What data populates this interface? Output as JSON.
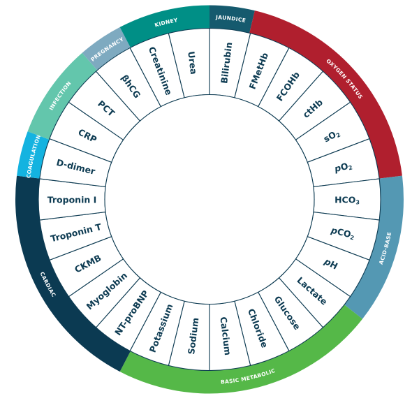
{
  "wheel": {
    "segments": [
      {
        "italic": "",
        "main": "Bilirubin",
        "sub": ""
      },
      {
        "italic": "",
        "main": "FMetHb",
        "sub": ""
      },
      {
        "italic": "",
        "main": "FCOHb",
        "sub": ""
      },
      {
        "italic": "",
        "main": "ctHb",
        "sub": ""
      },
      {
        "italic": "",
        "main": "sO",
        "sub": "2"
      },
      {
        "italic": "p",
        "main": "O",
        "sub": "2"
      },
      {
        "italic": "",
        "main": "HCO",
        "sub": "3"
      },
      {
        "italic": "p",
        "main": "CO",
        "sub": "2"
      },
      {
        "italic": "p",
        "main": "H",
        "sub": ""
      },
      {
        "italic": "",
        "main": "Lactate",
        "sub": ""
      },
      {
        "italic": "",
        "main": "Glucose",
        "sub": ""
      },
      {
        "italic": "",
        "main": "Chloride",
        "sub": ""
      },
      {
        "italic": "",
        "main": "Calcium",
        "sub": ""
      },
      {
        "italic": "",
        "main": "Sodium",
        "sub": ""
      },
      {
        "italic": "",
        "main": "Potassium",
        "sub": ""
      },
      {
        "italic": "",
        "main": "NT-proBNP",
        "sub": ""
      },
      {
        "italic": "",
        "main": "Myoglobin",
        "sub": ""
      },
      {
        "italic": "",
        "main": "CKMB",
        "sub": ""
      },
      {
        "italic": "",
        "main": "Troponin T",
        "sub": ""
      },
      {
        "italic": "",
        "main": "Troponin I",
        "sub": ""
      },
      {
        "italic": "",
        "main": "D-dimer",
        "sub": ""
      },
      {
        "italic": "",
        "main": "CRP",
        "sub": ""
      },
      {
        "italic": "",
        "main": "PCT",
        "sub": ""
      },
      {
        "italic": "",
        "main": "βhCG",
        "sub": ""
      },
      {
        "italic": "",
        "main": "Creatinine",
        "sub": ""
      },
      {
        "italic": "",
        "main": "Urea",
        "sub": ""
      }
    ],
    "categories": [
      {
        "label": "JAUNDICE",
        "color": "#155a6e",
        "start_deg": 0,
        "end_deg": 13.5
      },
      {
        "label": "OXYGEN STATUS",
        "color": "#b01f2e",
        "start_deg": 13.5,
        "end_deg": 83
      },
      {
        "label": "ACID-BASE",
        "color": "#5498b3",
        "start_deg": 83,
        "end_deg": 128
      },
      {
        "label": "BASIC METABOLIC",
        "color": "#55b848",
        "start_deg": 128,
        "end_deg": 207.5
      },
      {
        "label": "CARDIAC",
        "color": "#0b3a52",
        "start_deg": 207.5,
        "end_deg": 277
      },
      {
        "label": "COAGULATION",
        "color": "#14b3e0",
        "start_deg": 277,
        "end_deg": 290.5
      },
      {
        "label": "INFECTION",
        "color": "#63c6ac",
        "start_deg": 290.5,
        "end_deg": 319
      },
      {
        "label": "PREGNANCY",
        "color": "#7eaac0",
        "start_deg": 319,
        "end_deg": 332.5
      },
      {
        "label": "KIDNEY",
        "color": "#008f86",
        "start_deg": 332.5,
        "end_deg": 360
      }
    ],
    "line_color": "#0d3b52"
  }
}
